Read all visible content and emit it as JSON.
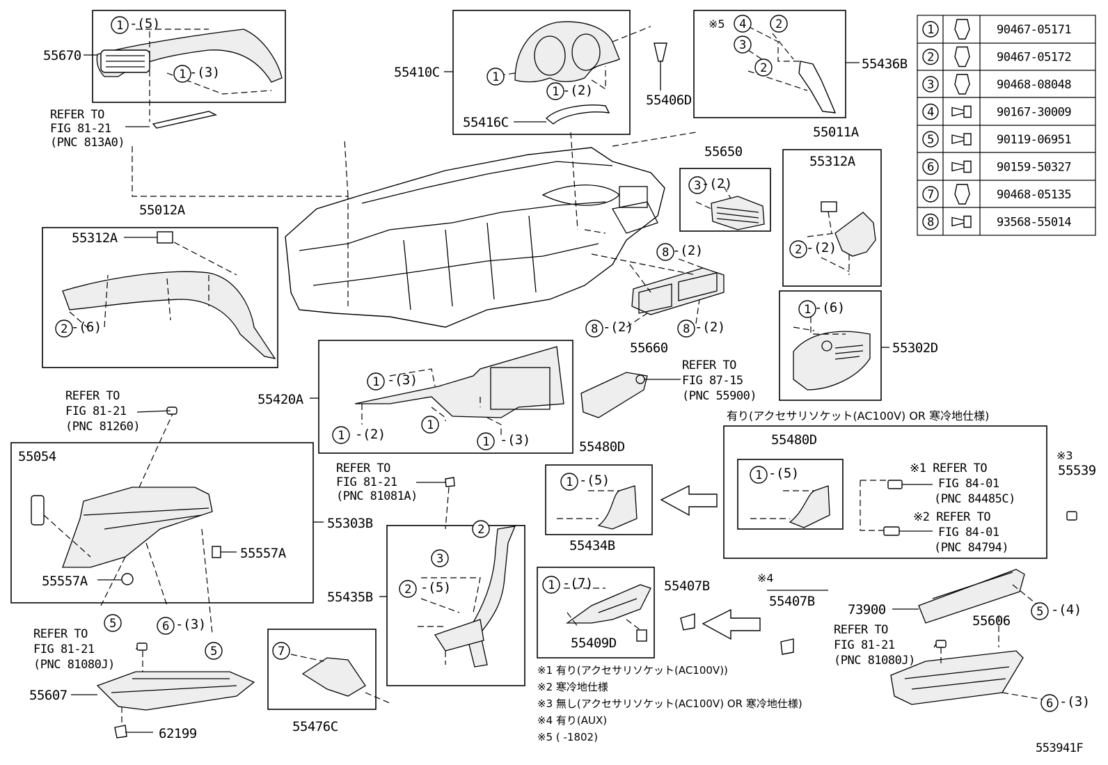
{
  "diagram_id": "553941F",
  "legend_table": [
    {
      "num": "1",
      "part": "90467-05171"
    },
    {
      "num": "2",
      "part": "90467-05172"
    },
    {
      "num": "3",
      "part": "90468-08048"
    },
    {
      "num": "4",
      "part": "90167-30009"
    },
    {
      "num": "5",
      "part": "90119-06951"
    },
    {
      "num": "6",
      "part": "90159-50327"
    },
    {
      "num": "7",
      "part": "90468-05135"
    },
    {
      "num": "8",
      "part": "93568-55014"
    }
  ],
  "labels": {
    "p55670": "55670",
    "p55410C": "55410C",
    "p55406D": "55406D",
    "p55416C": "55416C",
    "p55436B": "55436B",
    "p55011A": "55011A",
    "p55312A_r": "55312A",
    "p55650": "55650",
    "p55012A": "55012A",
    "p55312A_l": "55312A",
    "p55660": "55660",
    "p55302D": "55302D",
    "p55420A": "55420A",
    "p55054": "55054",
    "p55303B": "55303B",
    "p55557A_r": "55557A",
    "p55557A_l": "55557A",
    "p55480D_l": "55480D",
    "p55480D_r": "55480D",
    "p55539": "55539",
    "p55434B": "55434B",
    "p55435B": "55435B",
    "p55407B_l": "55407B",
    "p55407B_r": "55407B",
    "p55409D": "55409D",
    "p73900": "73900",
    "p55606": "55606",
    "p55607": "55607",
    "p62199": "62199",
    "p55476C": "55476C"
  },
  "callouts": {
    "c1_5_top": "-(5)",
    "c1_3_top": "-(3)",
    "c1_2_meter": "-(2)",
    "c3_2_vent": "-(2)",
    "c8_2_a": "-(2)",
    "c8_2_b": "-(2)",
    "c8_2_c": "-(2)",
    "c2_2_r": "-(2)",
    "c1_6_r": "-(6)",
    "c2_6_l": "-(6)",
    "c1_3_a": "-(3)",
    "c1_2_panel": "-(2)",
    "c1_3_b": "-(3)",
    "c1_5_480": "-(5)",
    "c1_5_480r": "-(5)",
    "c1_7": "-(7)",
    "c2_5": "-(5)",
    "c6_3_glove": "-(3)",
    "c5_4": "-(4)",
    "c6_3_r": "-(3)"
  },
  "refers": {
    "r813A0": [
      "REFER TO",
      "FIG 81-21",
      "(PNC 813A0)"
    ],
    "r55900": [
      "REFER TO",
      "FIG 87-15",
      "(PNC 55900)"
    ],
    "r81260": [
      "REFER TO",
      "FIG 81-21",
      "(PNC 81260)"
    ],
    "r81081A": [
      "REFER TO",
      "FIG 81-21",
      "(PNC 81081A)"
    ],
    "r84485C": [
      "※1 REFER TO",
      "FIG 84-01",
      "(PNC 84485C)"
    ],
    "r84794": [
      "※2 REFER TO",
      "FIG 84-01",
      "(PNC 84794)"
    ],
    "r81080J_l": [
      "REFER TO",
      "FIG 81-21",
      "(PNC 81080J)"
    ],
    "r81080J_r": [
      "REFER TO",
      "FIG 81-21",
      "(PNC 81080J)"
    ]
  },
  "marks": {
    "m5": "※5",
    "m3": "※3",
    "m4": "※4"
  },
  "option_header": "有り(アクセサリソケット(AC100V)  OR  寒冷地仕様)",
  "notes": [
    "※1 有り(アクセサリソケット(AC100V))",
    "※2 寒冷地仕様",
    "※3 無し(アクセサリソケット(AC100V) OR 寒冷地仕様)",
    "※4 有り(AUX)",
    "※5 (     -1802)"
  ]
}
